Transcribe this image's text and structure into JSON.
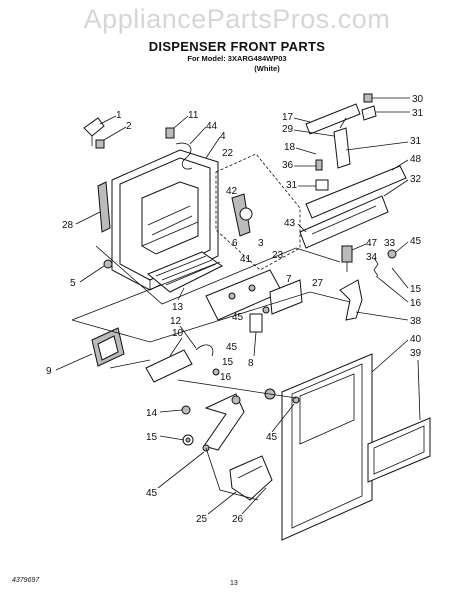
{
  "watermark": "AppliancePartsPros.com",
  "title": "DISPENSER FRONT PARTS",
  "model_line": "For Model: 3XARG484WP03",
  "color_line": "(White)",
  "footer_code": "4379697",
  "page_number": "13",
  "callouts": [
    "1",
    "2",
    "11",
    "44",
    "4",
    "22",
    "28",
    "42",
    "6",
    "3",
    "5",
    "41",
    "23",
    "7",
    "13",
    "27",
    "45",
    "8",
    "12",
    "10",
    "9",
    "45",
    "15",
    "16",
    "14",
    "15",
    "45",
    "25",
    "26",
    "30",
    "31",
    "17",
    "29",
    "18",
    "36",
    "31",
    "48",
    "32",
    "43",
    "47",
    "33",
    "45",
    "34",
    "15",
    "16",
    "38",
    "40",
    "39"
  ]
}
